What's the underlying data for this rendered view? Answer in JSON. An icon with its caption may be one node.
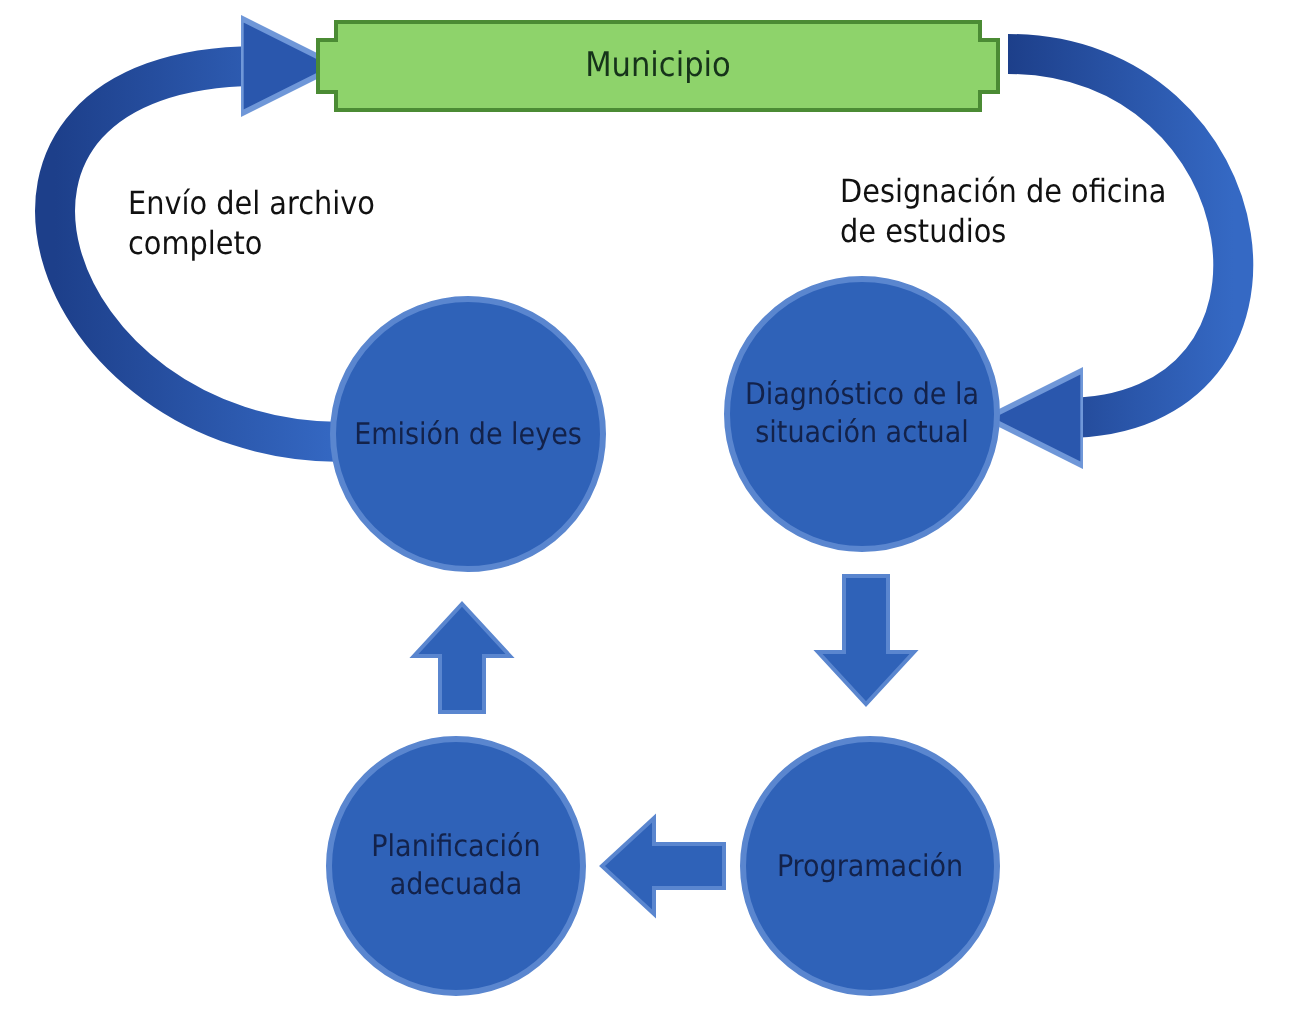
{
  "diagram": {
    "nodes": [
      {
        "text": [
          "Municipio"
        ]
      },
      {
        "text": [
          "Emisión de leyes"
        ]
      },
      {
        "text": [
          "Diagnóstico de la situación actual"
        ]
      },
      {
        "text": [
          "Planificación adecuada"
        ]
      },
      {
        "text": [
          "Programación"
        ]
      }
    ],
    "edges": [
      {
        "from": 1,
        "to": 0,
        "arrow": "to",
        "label": "Envío del archivo completo",
        "style": "thick"
      },
      {
        "from": 0,
        "to": 2,
        "arrow": "to",
        "label": "Designación de oficina de estudios",
        "style": "thick"
      },
      {
        "from": 2,
        "to": 4,
        "arrow": "to"
      },
      {
        "from": 4,
        "to": 3,
        "arrow": "to"
      },
      {
        "from": 3,
        "to": 1,
        "arrow": "to"
      }
    ]
  }
}
